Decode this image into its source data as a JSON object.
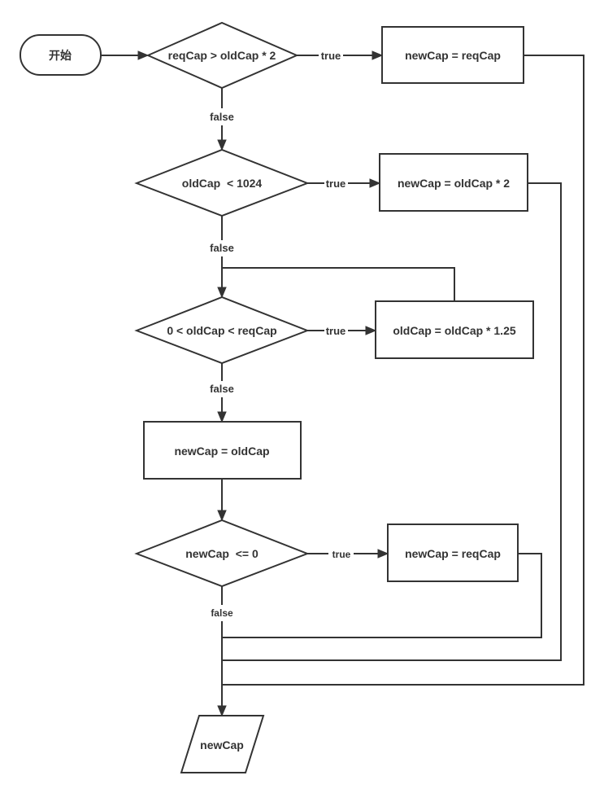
{
  "nodes": {
    "start": "开始",
    "cond1": "reqCap > oldCap * 2",
    "proc1": "newCap = reqCap",
    "cond2": "oldCap  < 1024",
    "proc2": "newCap = oldCap * 2",
    "cond3": "0 < oldCap < reqCap",
    "proc3": "oldCap = oldCap * 1.25",
    "proc4": "newCap = oldCap",
    "cond4": "newCap  <= 0",
    "proc5": "newCap = reqCap",
    "output": "newCap"
  },
  "edges": {
    "c1_true": "true",
    "c1_false": "false",
    "c2_true": "true",
    "c2_false": "false",
    "c3_true": "true",
    "c3_false": "false",
    "c4_true": "true",
    "c4_false": "false"
  },
  "colors": {
    "stroke": "#333333",
    "fill": "#ffffff",
    "text": "#333333"
  }
}
